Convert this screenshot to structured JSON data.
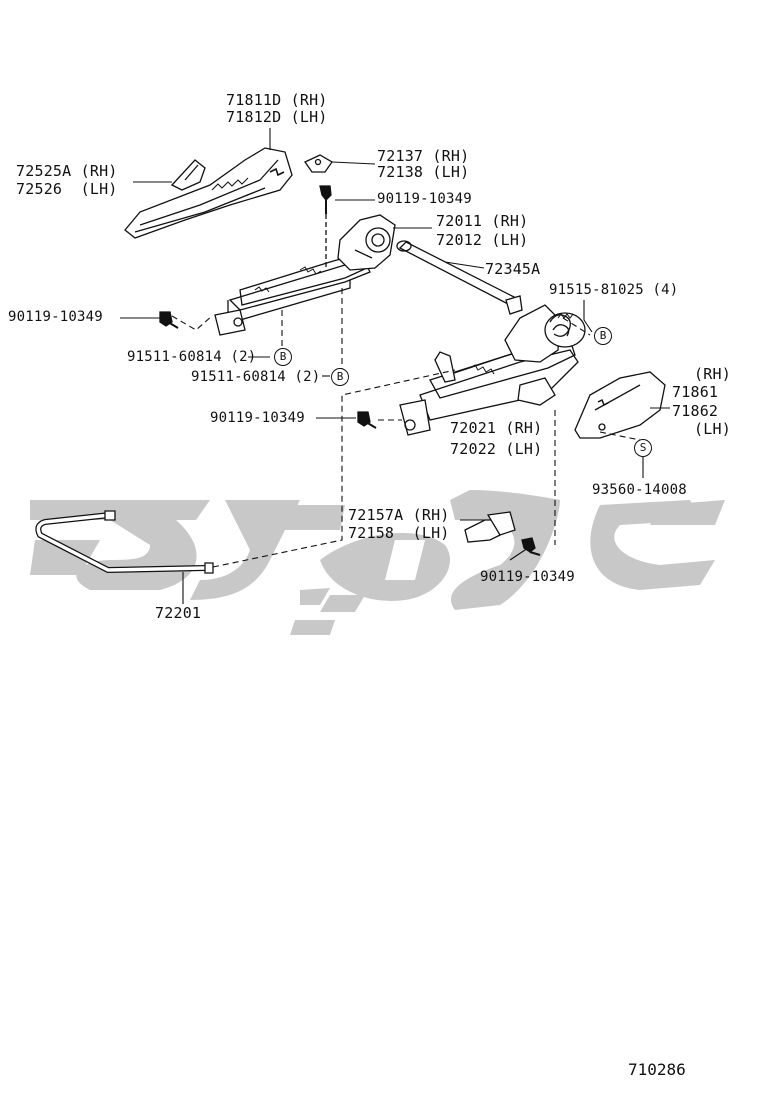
{
  "labels": {
    "p71811": "71811D (RH)",
    "p71812": "71812D (LH)",
    "p72525": "72525A (RH)",
    "p72526": "72526  (LH)",
    "p72137": "72137 (RH)",
    "p72138": "72138 (LH)",
    "p90119_a": "90119-10349",
    "p72011": "72011 (RH)",
    "p72012": "72012 (LH)",
    "p72345": "72345A",
    "p91515": "91515-81025 (4)",
    "p90119_b": "90119-10349",
    "p91511_a": "91511-60814 (2)",
    "p91511_b": "91511-60814 (2)",
    "p90119_c": "90119-10349",
    "p72021": "72021 (RH)",
    "p72022": "72022 (LH)",
    "p71861_rh": "(RH)",
    "p71861": "71861",
    "p71862": "71862",
    "p71862_lh": "(LH)",
    "p93560": "93560-14008",
    "p72157": "72157A (RH)",
    "p72158": "72158  (LH)",
    "p90119_d": "90119-10349",
    "p72201": "72201"
  },
  "markers": {
    "b1": "B",
    "b2": "B",
    "b3": "B",
    "s1": "S"
  },
  "diagram_code": "710286",
  "colors": {
    "line": "#111111",
    "watermark": "#c8c8c8"
  }
}
